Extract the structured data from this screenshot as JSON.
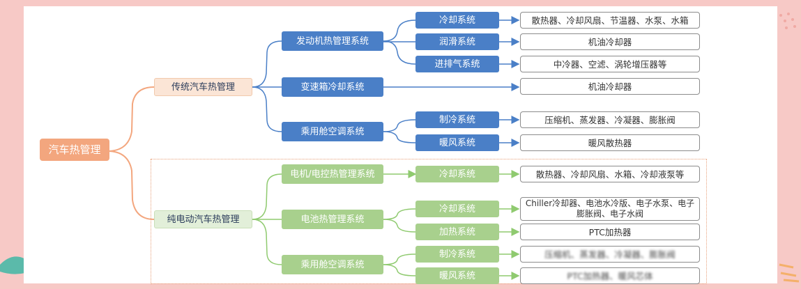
{
  "root": {
    "label": "汽车热管理"
  },
  "traditional": {
    "label": "传统汽车热管理",
    "systems": [
      {
        "label": "发动机热管理系统",
        "subs": [
          {
            "label": "冷却系统",
            "leaf": "散热器、冷却风扇、节温器、水泵、水箱"
          },
          {
            "label": "润滑系统",
            "leaf": "机油冷却器"
          },
          {
            "label": "进排气系统",
            "leaf": "中冷器、空滤、涡轮增压器等"
          }
        ]
      },
      {
        "label": "变速箱冷却系统",
        "leaf": "机油冷却器"
      },
      {
        "label": "乘用舱空调系统",
        "subs": [
          {
            "label": "制冷系统",
            "leaf": "压缩机、蒸发器、冷凝器、膨胀阀"
          },
          {
            "label": "暖风系统",
            "leaf": "暖风散热器"
          }
        ]
      }
    ]
  },
  "electric": {
    "label": "纯电动汽车热管理",
    "systems": [
      {
        "label": "电机/电控热管理系统",
        "subs": [
          {
            "label": "冷却系统",
            "leaf": "散热器、冷却风扇、水箱、冷却液泵等"
          }
        ]
      },
      {
        "label": "电池热管理系统",
        "subs": [
          {
            "label": "冷却系统",
            "leaf": "Chiller冷却器、电池水冷版、电子水泵、电子膨胀阀、电子水阀"
          },
          {
            "label": "加热系统",
            "leaf": "PTC加热器"
          }
        ]
      },
      {
        "label": "乘用舱空调系统",
        "subs": [
          {
            "label": "制冷系统",
            "leaf": "压缩机、蒸发器、冷凝器、膨胀阀"
          },
          {
            "label": "暖风系统",
            "leaf": "PTC加热器、暖风芯体"
          }
        ]
      }
    ]
  },
  "colors": {
    "root": "#f3a67e",
    "traditional_line": "#4a7fc7",
    "electric_line": "#8fca6f",
    "traditional_l2": "#4a7fc7",
    "electric_l2": "#a8d08d"
  }
}
